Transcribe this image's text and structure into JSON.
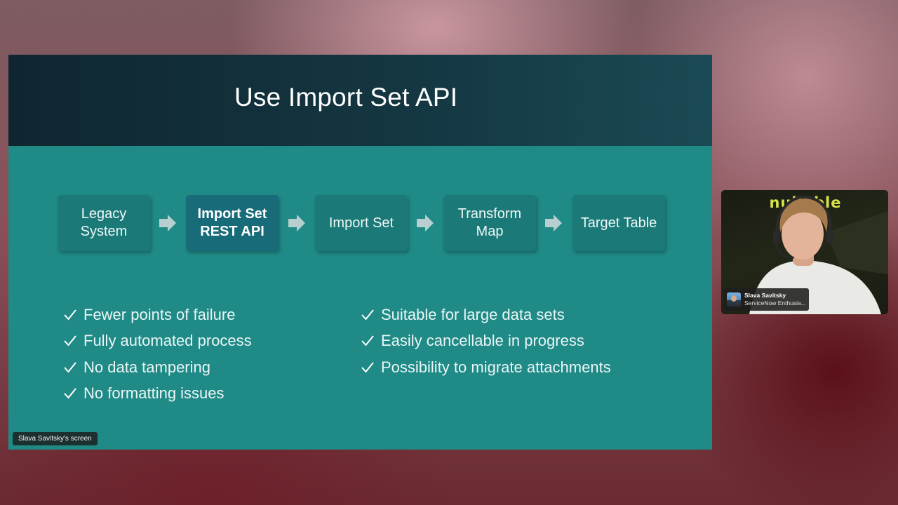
{
  "slide": {
    "title": "Use Import Set API",
    "flow": [
      {
        "label": "Legacy System",
        "highlight": false
      },
      {
        "label": "Import Set REST API",
        "highlight": true
      },
      {
        "label": "Import Set",
        "highlight": false
      },
      {
        "label": "Transform Map",
        "highlight": false
      },
      {
        "label": "Target Table",
        "highlight": false
      }
    ],
    "bullets_left": [
      "Fewer points of failure",
      "Fully automated process",
      "No data tampering",
      "No formatting issues"
    ],
    "bullets_right": [
      "Suitable for large data sets",
      "Easily cancellable in progress",
      "Possibility to migrate attachments"
    ],
    "colors": {
      "slide_bg": "#1f8a86",
      "header_bg": "#143641",
      "box_bg": "#1b7a78",
      "box_active_bg": "#186b79"
    }
  },
  "screen_label": "Slava Savitsky's screen",
  "participant": {
    "name": "Slava Savitsky",
    "title": "ServiceNow Enthusia...",
    "background_logo": "nullable"
  },
  "icons": {
    "arrow": "arrow-right-icon",
    "check": "checkmark-icon"
  }
}
